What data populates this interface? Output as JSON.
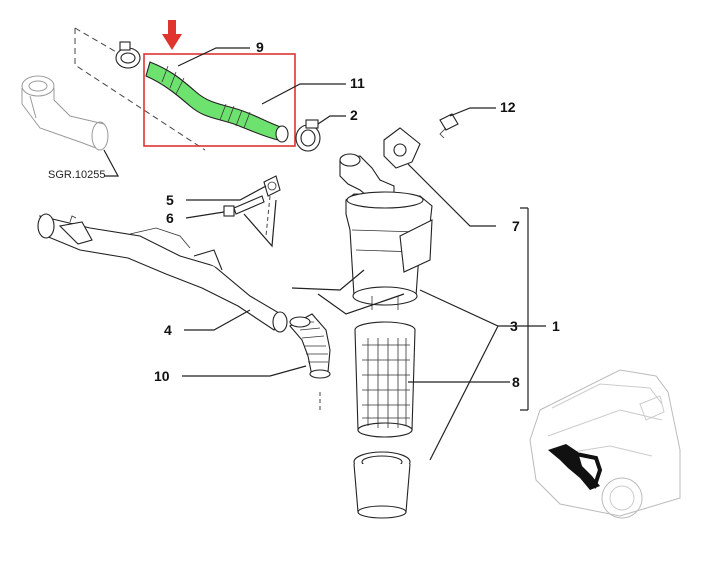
{
  "diagram": {
    "callouts": {
      "c1": "1",
      "c2": "2",
      "c3": "3",
      "c4": "4",
      "c5": "5",
      "c6": "6",
      "c7": "7",
      "c8": "8",
      "c9": "9",
      "c10": "10",
      "c11": "11",
      "c12": "12"
    },
    "sgr_label": "SGR.10255",
    "highlight_color": "#6ee26e",
    "highlight_box_color": "#e0342f",
    "arrow_color": "#e0342f"
  }
}
